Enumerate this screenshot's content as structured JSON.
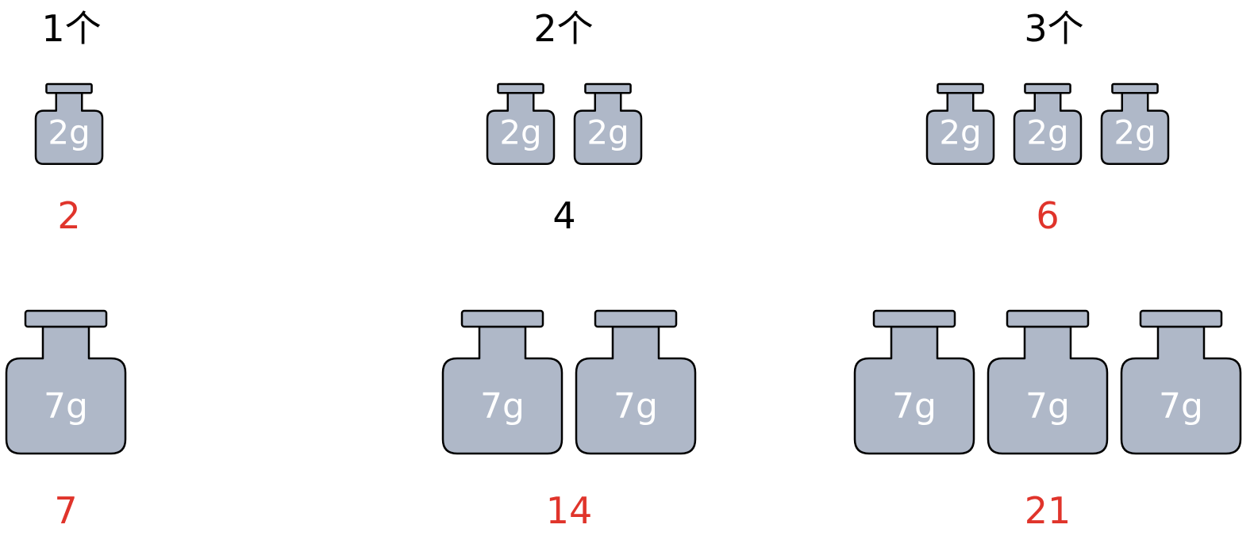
{
  "counts": [
    "1个",
    "2个",
    "3个"
  ],
  "rows": [
    {
      "weight_label": "2g",
      "groups": [
        {
          "count": 1,
          "total": "2",
          "highlight": true
        },
        {
          "count": 2,
          "total": "4",
          "highlight": false
        },
        {
          "count": 3,
          "total": "6",
          "highlight": true
        }
      ]
    },
    {
      "weight_label": "7g",
      "groups": [
        {
          "count": 1,
          "total": "7",
          "highlight": true
        },
        {
          "count": 2,
          "total": "14",
          "highlight": true
        },
        {
          "count": 3,
          "total": "21",
          "highlight": true
        }
      ]
    }
  ],
  "colors": {
    "weight_fill": "#afb8c8",
    "highlight": "#e0342b",
    "normal": "#000000"
  }
}
